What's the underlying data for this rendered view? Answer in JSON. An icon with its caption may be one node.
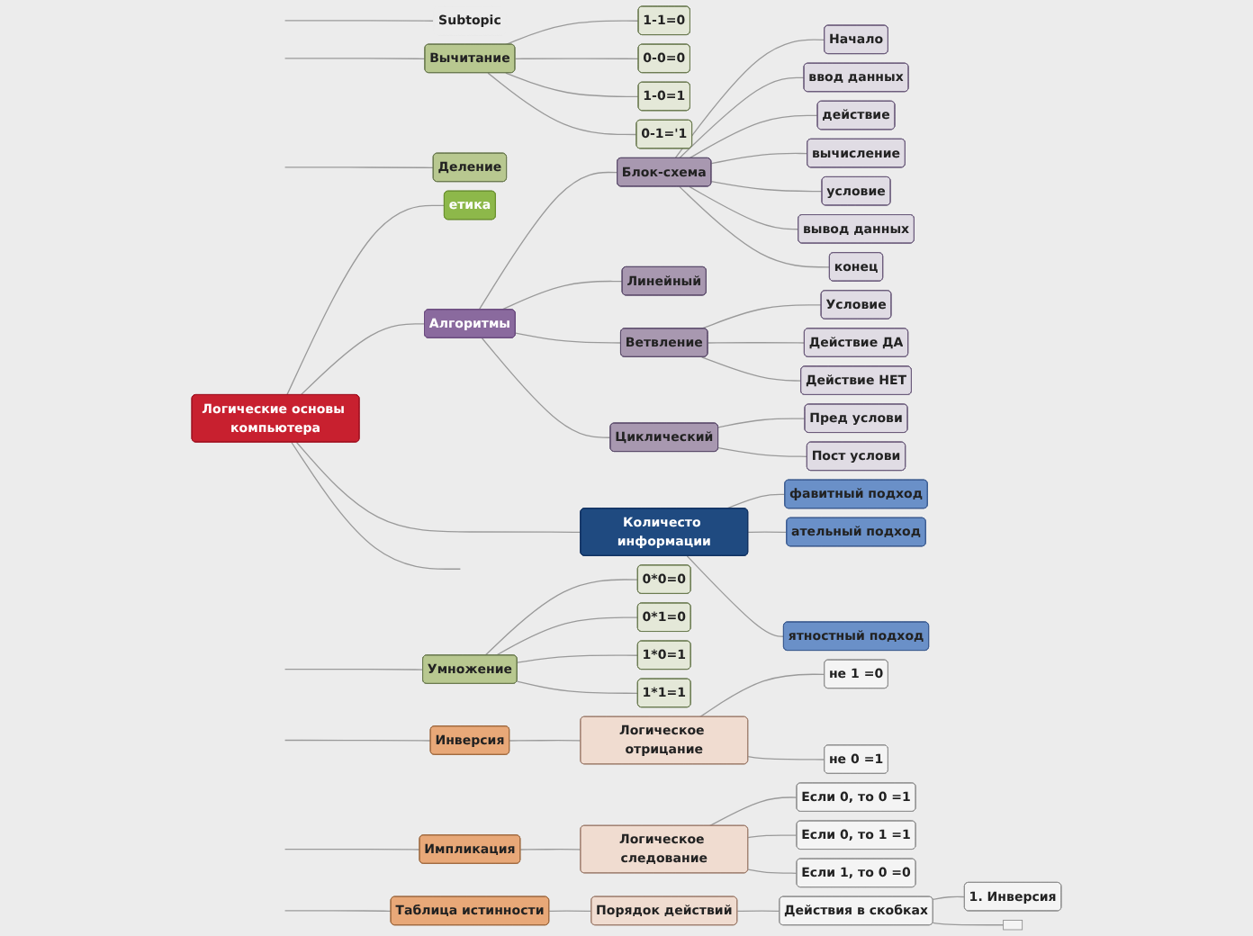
{
  "diagram": {
    "nodes": [
      {
        "text": [
          "Логические основы компьютера"
        ]
      },
      {
        "text": [
          "Subtopic"
        ]
      },
      {
        "text": [
          "Вычитание"
        ]
      },
      {
        "text": [
          "1-1=0"
        ]
      },
      {
        "text": [
          "0-0=0"
        ]
      },
      {
        "text": [
          "1-0=1"
        ]
      },
      {
        "text": [
          "0-1='1"
        ]
      },
      {
        "text": [
          "Умножение"
        ]
      },
      {
        "text": [
          "0*0=0"
        ]
      },
      {
        "text": [
          "0*1=0"
        ]
      },
      {
        "text": [
          "1*0=1"
        ]
      },
      {
        "text": [
          "1*1=1"
        ]
      },
      {
        "text": [
          "Деление"
        ]
      },
      {
        "text": [
          "етика"
        ]
      },
      {
        "text": [
          "Алгоритмы"
        ]
      },
      {
        "text": [
          "Блок-схема"
        ]
      },
      {
        "text": [
          "Начало"
        ]
      },
      {
        "text": [
          "ввод данных"
        ]
      },
      {
        "text": [
          "действие"
        ]
      },
      {
        "text": [
          "вычисление"
        ]
      },
      {
        "text": [
          "условие"
        ]
      },
      {
        "text": [
          "вывод данных"
        ]
      },
      {
        "text": [
          "конец"
        ]
      },
      {
        "text": [
          "Линейный"
        ]
      },
      {
        "text": [
          "Ветвление"
        ]
      },
      {
        "text": [
          "Условие"
        ]
      },
      {
        "text": [
          "Действие ДА"
        ]
      },
      {
        "text": [
          "Действие НЕТ"
        ]
      },
      {
        "text": [
          "Циклический"
        ]
      },
      {
        "text": [
          "Пред услови"
        ]
      },
      {
        "text": [
          "Пост услови"
        ]
      },
      {
        "text": [
          "фавитный подход"
        ]
      },
      {
        "text": [
          "ательный подход"
        ]
      },
      {
        "text": [
          "ятностный подход"
        ]
      },
      {
        "text": [
          "Количесто информации"
        ]
      },
      {
        "text": [
          "Инверсия"
        ]
      },
      {
        "text": [
          "Логическое отрицание"
        ]
      },
      {
        "text": [
          "не 1 =0"
        ]
      },
      {
        "text": [
          "не 0 =1"
        ]
      },
      {
        "text": [
          "Импликация"
        ]
      },
      {
        "text": [
          "Логическое следование"
        ]
      },
      {
        "text": [
          "Если 0, то 0 =1"
        ]
      },
      {
        "text": [
          "Если 0, то 1 =1"
        ]
      },
      {
        "text": [
          "Если 1, то 0 =0"
        ]
      },
      {
        "text": [
          "Таблица истинности"
        ]
      },
      {
        "text": [
          "Порядок действий"
        ]
      },
      {
        "text": [
          "Действия в скобках"
        ]
      },
      {
        "text": [
          "1. Инверсия"
        ]
      },
      {
        "text": [],
        "shape": "box"
      }
    ],
    "edges": [
      {
        "from": null,
        "to": 1,
        "arrow": "none"
      },
      {
        "from": null,
        "to": 2,
        "arrow": "none"
      },
      {
        "from": 2,
        "to": 3,
        "arrow": "none"
      },
      {
        "from": 2,
        "to": 4,
        "arrow": "none"
      },
      {
        "from": 2,
        "to": 5,
        "arrow": "none"
      },
      {
        "from": 2,
        "to": 6,
        "arrow": "none"
      },
      {
        "from": null,
        "to": 7,
        "arrow": "none"
      },
      {
        "from": 7,
        "to": 8,
        "arrow": "none"
      },
      {
        "from": 7,
        "to": 9,
        "arrow": "none"
      },
      {
        "from": 7,
        "to": 10,
        "arrow": "none"
      },
      {
        "from": 7,
        "to": 11,
        "arrow": "none"
      },
      {
        "from": null,
        "to": 12,
        "arrow": "none"
      },
      {
        "from": 0,
        "to": 13,
        "arrow": "none"
      },
      {
        "from": 0,
        "to": 14,
        "arrow": "none"
      },
      {
        "from": 14,
        "to": 15,
        "arrow": "none"
      },
      {
        "from": 15,
        "to": 16,
        "arrow": "none"
      },
      {
        "from": 15,
        "to": 17,
        "arrow": "none"
      },
      {
        "from": 15,
        "to": 18,
        "arrow": "none"
      },
      {
        "from": 15,
        "to": 19,
        "arrow": "none"
      },
      {
        "from": 15,
        "to": 20,
        "arrow": "none"
      },
      {
        "from": 15,
        "to": 21,
        "arrow": "none"
      },
      {
        "from": 15,
        "to": 22,
        "arrow": "none"
      },
      {
        "from": 14,
        "to": 23,
        "arrow": "none"
      },
      {
        "from": 14,
        "to": 24,
        "arrow": "none"
      },
      {
        "from": 24,
        "to": 25,
        "arrow": "none"
      },
      {
        "from": 24,
        "to": 26,
        "arrow": "none"
      },
      {
        "from": 24,
        "to": 27,
        "arrow": "none"
      },
      {
        "from": 14,
        "to": 28,
        "arrow": "none"
      },
      {
        "from": 28,
        "to": 29,
        "arrow": "none"
      },
      {
        "from": 28,
        "to": 30,
        "arrow": "none"
      },
      {
        "from": 34,
        "to": 31,
        "arrow": "none"
      },
      {
        "from": 34,
        "to": 32,
        "arrow": "none"
      },
      {
        "from": 34,
        "to": 33,
        "arrow": "none"
      },
      {
        "from": 0,
        "to": 34,
        "arrow": "none"
      },
      {
        "from": 0,
        "to": null,
        "arrow": "none"
      },
      {
        "from": null,
        "to": 35,
        "arrow": "none"
      },
      {
        "from": 35,
        "to": 36,
        "arrow": "none"
      },
      {
        "from": 36,
        "to": 37,
        "arrow": "none"
      },
      {
        "from": 36,
        "to": 38,
        "arrow": "none"
      },
      {
        "from": null,
        "to": 39,
        "arrow": "none"
      },
      {
        "from": 39,
        "to": 40,
        "arrow": "none"
      },
      {
        "from": 40,
        "to": 41,
        "arrow": "none"
      },
      {
        "from": 40,
        "to": 42,
        "arrow": "none"
      },
      {
        "from": 40,
        "to": 43,
        "arrow": "none"
      },
      {
        "from": null,
        "to": 44,
        "arrow": "none"
      },
      {
        "from": 44,
        "to": 45,
        "arrow": "none"
      },
      {
        "from": 45,
        "to": 46,
        "arrow": "none"
      },
      {
        "from": 46,
        "to": 47,
        "arrow": "none"
      },
      {
        "from": 46,
        "to": 48,
        "arrow": "none"
      }
    ]
  }
}
